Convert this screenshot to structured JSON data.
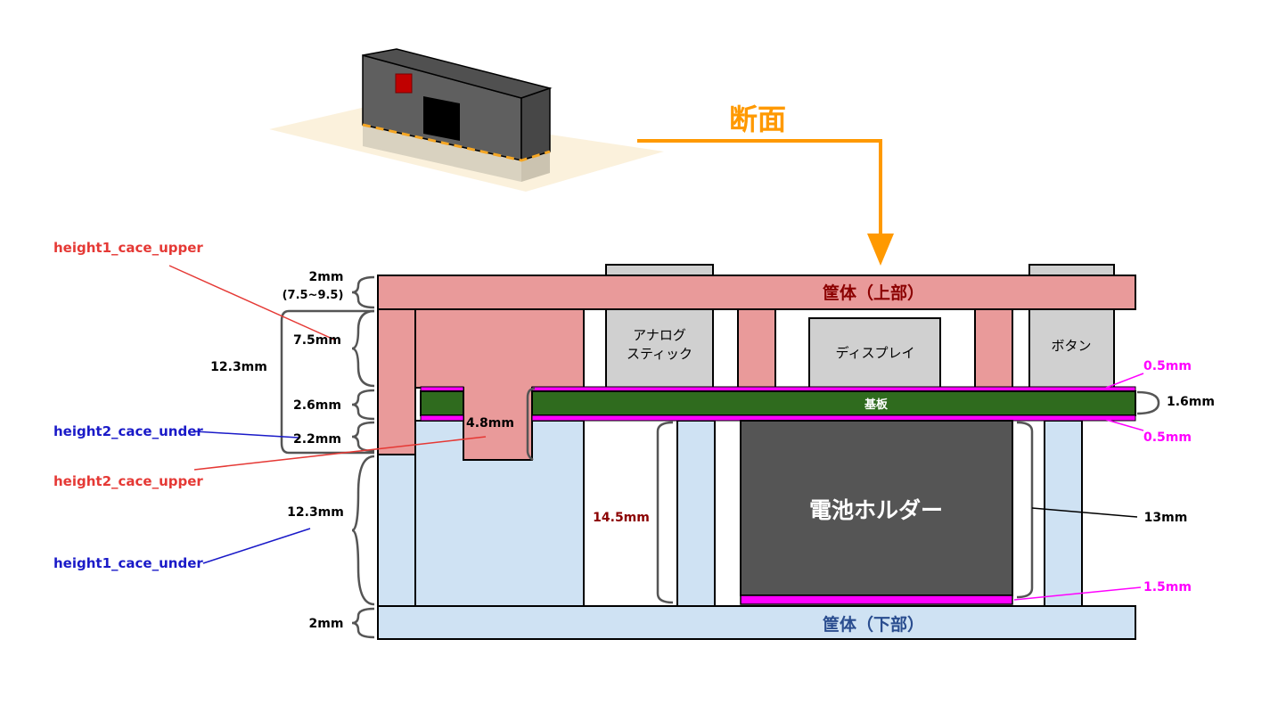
{
  "title": "断面",
  "parts": {
    "case_upper": "筐体（上部）",
    "case_lower": "筐体（下部）",
    "analog_stick_line1": "アナログ",
    "analog_stick_line2": "スティック",
    "display": "ディスプレイ",
    "button": "ボタン",
    "board": "基板",
    "battery_holder": "電池ホルダー"
  },
  "dimensions": {
    "top_2mm": "2mm",
    "top_range": "(7.5~9.5)",
    "d_7_5": "7.5mm",
    "d_12_3_upper": "12.3mm",
    "d_2_6": "2.6mm",
    "d_2_2": "2.2mm",
    "d_4_8": "4.8mm",
    "d_12_3_lower": "12.3mm",
    "bottom_2mm": "2mm",
    "d_14_5": "14.5mm",
    "d_1_6": "1.6mm",
    "d_0_5_top": "0.5mm",
    "d_0_5_bottom": "0.5mm",
    "d_13": "13mm",
    "d_1_5": "1.5mm"
  },
  "variables": {
    "height1_upper": "height1_cace_upper",
    "height2_under": "height2_cace_under",
    "height2_upper": "height2_cace_upper",
    "height1_under": "height1_cace_under"
  },
  "colors": {
    "case_upper": "#e99a9a",
    "case_lower": "#cfe2f3",
    "board": "#2f6b1e",
    "magenta": "#ff00ff",
    "battery": "#555555",
    "component": "#d0d0d0",
    "arrow": "#ff9900",
    "red_label": "#e53935",
    "blue_label": "#1a1ac8",
    "dark_red_text": "#8b0000",
    "dark_blue_text": "#2a4d8f"
  }
}
